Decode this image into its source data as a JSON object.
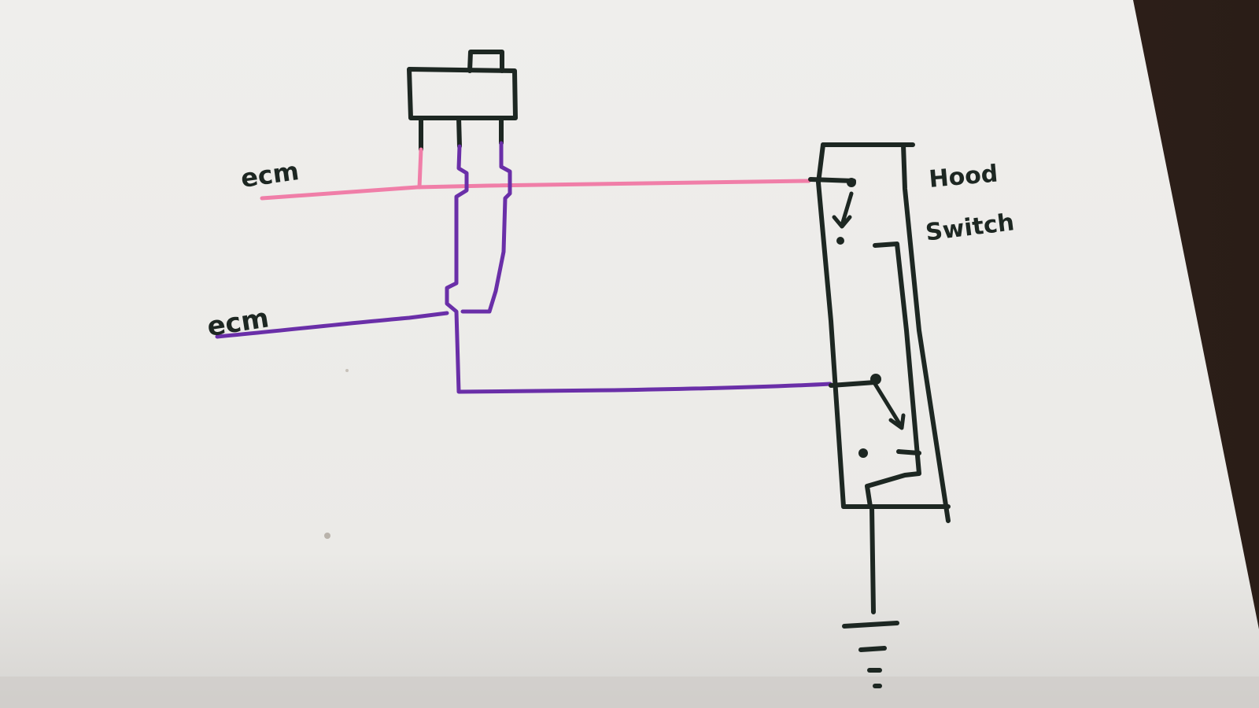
{
  "labels": {
    "ecm_top": "ecm",
    "ecm_bottom": "ecm",
    "hood_switch_line1": "Hood",
    "hood_switch_line2": "Switch"
  },
  "colors": {
    "paper": "#ecebe9",
    "desk": "#3a2a21",
    "ink_black": "#1d2722",
    "ink_pink": "#f07ea8",
    "ink_purple": "#6a2fa8"
  },
  "components": {
    "top_component": "3-pin slide switch",
    "hood_switch": "dual-contact switch",
    "ground_symbol": "ground-icon"
  }
}
